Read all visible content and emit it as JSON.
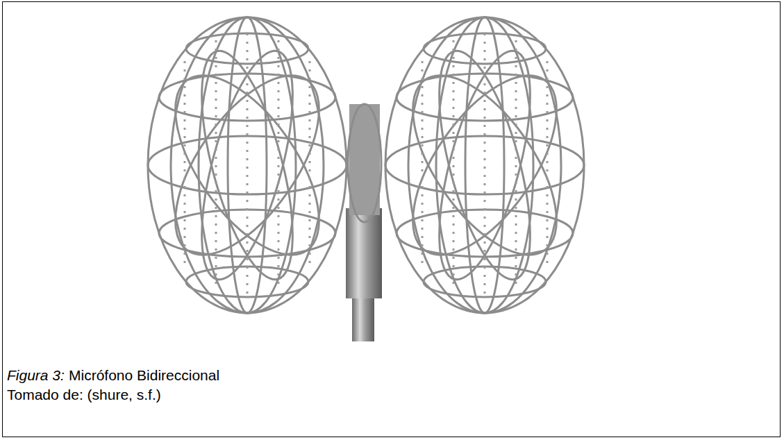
{
  "diagram": {
    "labels": [
      "Figura 3:",
      "Micrófono Bidireccional",
      "Tomado de: (shure, s.f.)"
    ]
  }
}
